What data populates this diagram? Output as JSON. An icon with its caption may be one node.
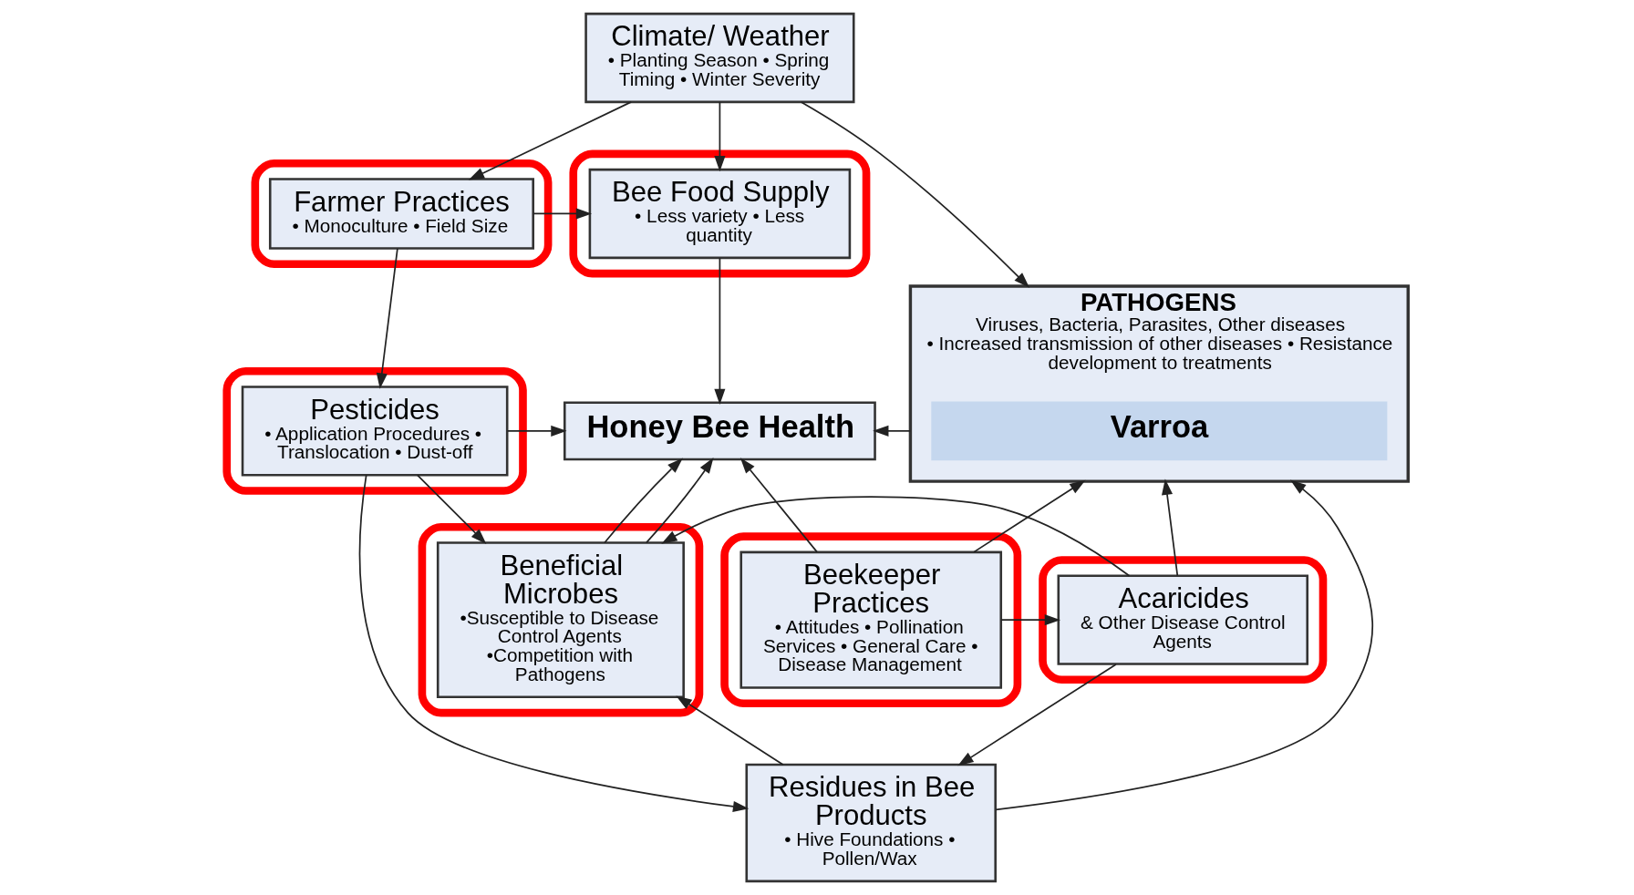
{
  "diagram": {
    "nodes": [
      {
        "text": [],
        "shape": "box"
      },
      {
        "text": [
          "Farmer Practices",
          "• Monoculture • Field Size"
        ],
        "in": 0
      },
      {
        "text": [
          "Climate/ Weather",
          "• Planting Season • Spring Timing • Winter Severity"
        ]
      },
      {
        "text": [],
        "shape": "box"
      },
      {
        "text": [
          "Bee Food Supply",
          "• Less variety • Less quantity"
        ],
        "in": 3
      },
      {
        "text": [],
        "shape": "box"
      },
      {
        "text": [
          "Pesticides",
          "• Application Procedures • Translocation • Dust-off"
        ],
        "in": 5
      },
      {
        "text": [
          "Honey Bee Health"
        ]
      },
      {
        "text": [
          "PATHOGENS",
          "Viruses, Bacteria, Parasites, Other diseases",
          "• Increased transmission of other diseases • Resistance development to treatments"
        ]
      },
      {
        "text": [
          "Varroa"
        ],
        "in": 8
      },
      {
        "text": [],
        "shape": "box"
      },
      {
        "text": [
          "Beneficial Microbes",
          "•Susceptible to Disease Control Agents •Competition with Pathogens"
        ],
        "in": 10
      },
      {
        "text": [],
        "shape": "box"
      },
      {
        "text": [
          "Acaricides",
          "& Other Disease Control Agents"
        ],
        "in": 12
      },
      {
        "text": [],
        "shape": "box"
      },
      {
        "text": [
          "Beekeeper Practices",
          "• Attitudes • Pollination Services • General Care • Disease Management"
        ],
        "in": 14
      },
      {
        "text": [
          "Residues in Bee Products",
          "• Hive Foundations • Pollen/Wax"
        ]
      }
    ],
    "edges": [
      {
        "from": 2,
        "to": 1,
        "arrow": "to"
      },
      {
        "from": 2,
        "to": 4,
        "arrow": "to"
      },
      {
        "from": 1,
        "to": 4,
        "arrow": "to"
      },
      {
        "from": 1,
        "to": 6,
        "arrow": "to"
      },
      {
        "from": 2,
        "to": 8,
        "arrow": "to"
      },
      {
        "from": 4,
        "to": 7,
        "arrow": "to"
      },
      {
        "from": 6,
        "to": 7,
        "arrow": "to"
      },
      {
        "from": 8,
        "to": 7,
        "arrow": "to"
      },
      {
        "from": 6,
        "to": 16,
        "arrow": "to"
      },
      {
        "from": 6,
        "to": 11,
        "arrow": "to"
      },
      {
        "from": 11,
        "to": 7,
        "arrow": "to"
      },
      {
        "from": 11,
        "to": 7,
        "arrow": "to"
      },
      {
        "from": 16,
        "to": 11,
        "arrow": "to"
      },
      {
        "from": 13,
        "to": 11,
        "arrow": "to"
      },
      {
        "from": 15,
        "to": 13,
        "arrow": "to"
      },
      {
        "from": 15,
        "to": 7,
        "arrow": "to"
      },
      {
        "from": 13,
        "to": 16,
        "arrow": "to"
      },
      {
        "from": 13,
        "to": 8,
        "arrow": "to"
      },
      {
        "from": 15,
        "to": 8,
        "arrow": "to"
      },
      {
        "from": 16,
        "to": 8,
        "arrow": "to"
      }
    ]
  }
}
